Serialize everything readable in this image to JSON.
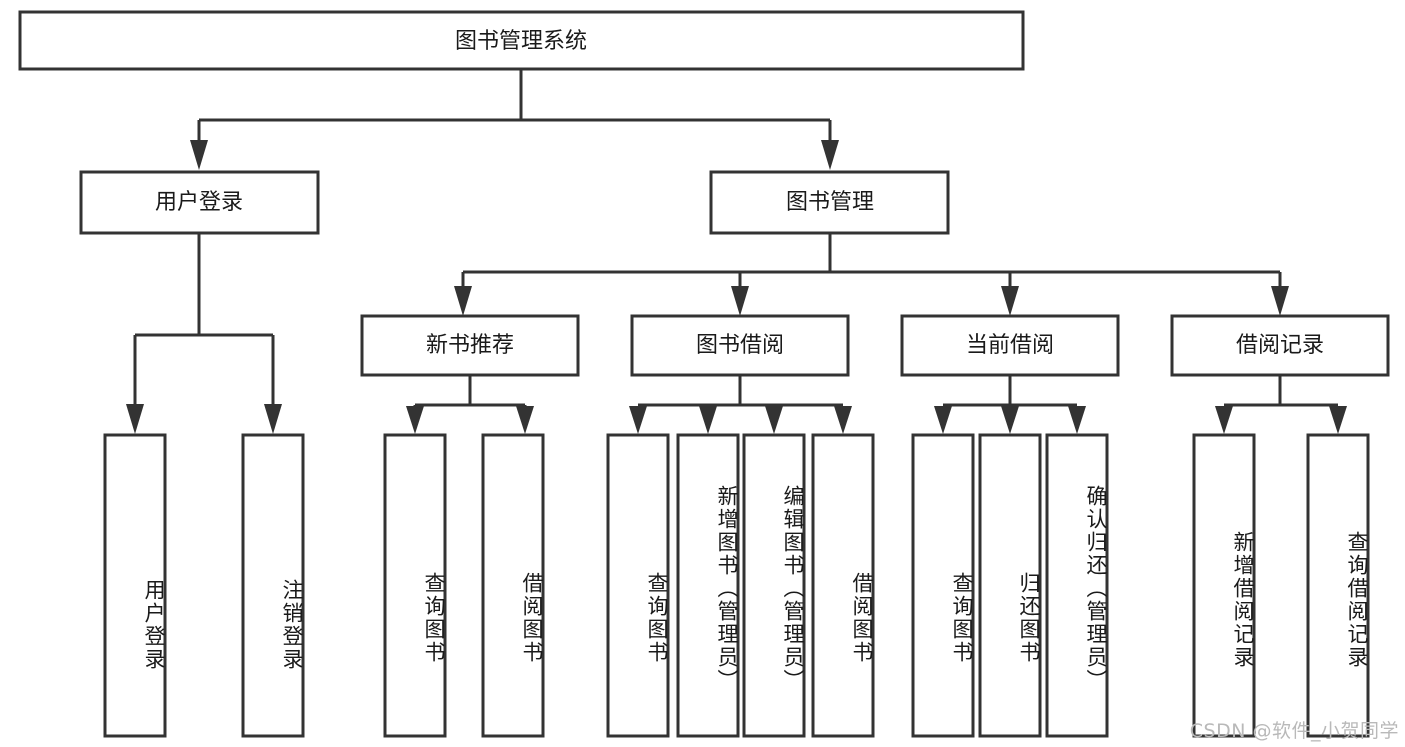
{
  "diagram": {
    "title_node": {
      "label": "图书管理系统"
    },
    "level2": [
      {
        "id": "user-login",
        "label": "用户登录"
      },
      {
        "id": "book-management",
        "label": "图书管理"
      }
    ],
    "level3": [
      {
        "id": "new-book-recommend",
        "label": "新书推荐"
      },
      {
        "id": "book-borrow",
        "label": "图书借阅"
      },
      {
        "id": "current-borrow",
        "label": "当前借阅"
      },
      {
        "id": "borrow-record",
        "label": "借阅记录"
      }
    ],
    "leaves": [
      {
        "id": "leaf-user-login",
        "label": "用户登录",
        "parent": "user-login"
      },
      {
        "id": "leaf-user-logout",
        "label": "注销登录",
        "parent": "user-login"
      },
      {
        "id": "leaf-query-book-1",
        "label": "查询图书",
        "parent": "new-book-recommend"
      },
      {
        "id": "leaf-borrow-book-1",
        "label": "借阅图书",
        "parent": "new-book-recommend"
      },
      {
        "id": "leaf-query-book-2",
        "label": "查询图书",
        "parent": "book-borrow"
      },
      {
        "id": "leaf-add-book",
        "label": "新增图书（管理员）",
        "parent": "book-borrow"
      },
      {
        "id": "leaf-edit-book",
        "label": "编辑图书（管理员）",
        "parent": "book-borrow"
      },
      {
        "id": "leaf-borrow-book-2",
        "label": "借阅图书",
        "parent": "book-borrow"
      },
      {
        "id": "leaf-query-book-3",
        "label": "查询图书",
        "parent": "current-borrow"
      },
      {
        "id": "leaf-return-book",
        "label": "归还图书",
        "parent": "current-borrow"
      },
      {
        "id": "leaf-confirm-return",
        "label": "确认归还（管理员）",
        "parent": "current-borrow"
      },
      {
        "id": "leaf-add-record",
        "label": "新增借阅记录",
        "parent": "borrow-record"
      },
      {
        "id": "leaf-query-record",
        "label": "查询借阅记录",
        "parent": "borrow-record"
      }
    ],
    "colors": {
      "stroke": "#333333",
      "fill": "#ffffff",
      "text": "#1a1a1a",
      "watermark": "#b9b9b9"
    }
  },
  "watermark": {
    "text": "CSDN @软件_小贺同学"
  }
}
